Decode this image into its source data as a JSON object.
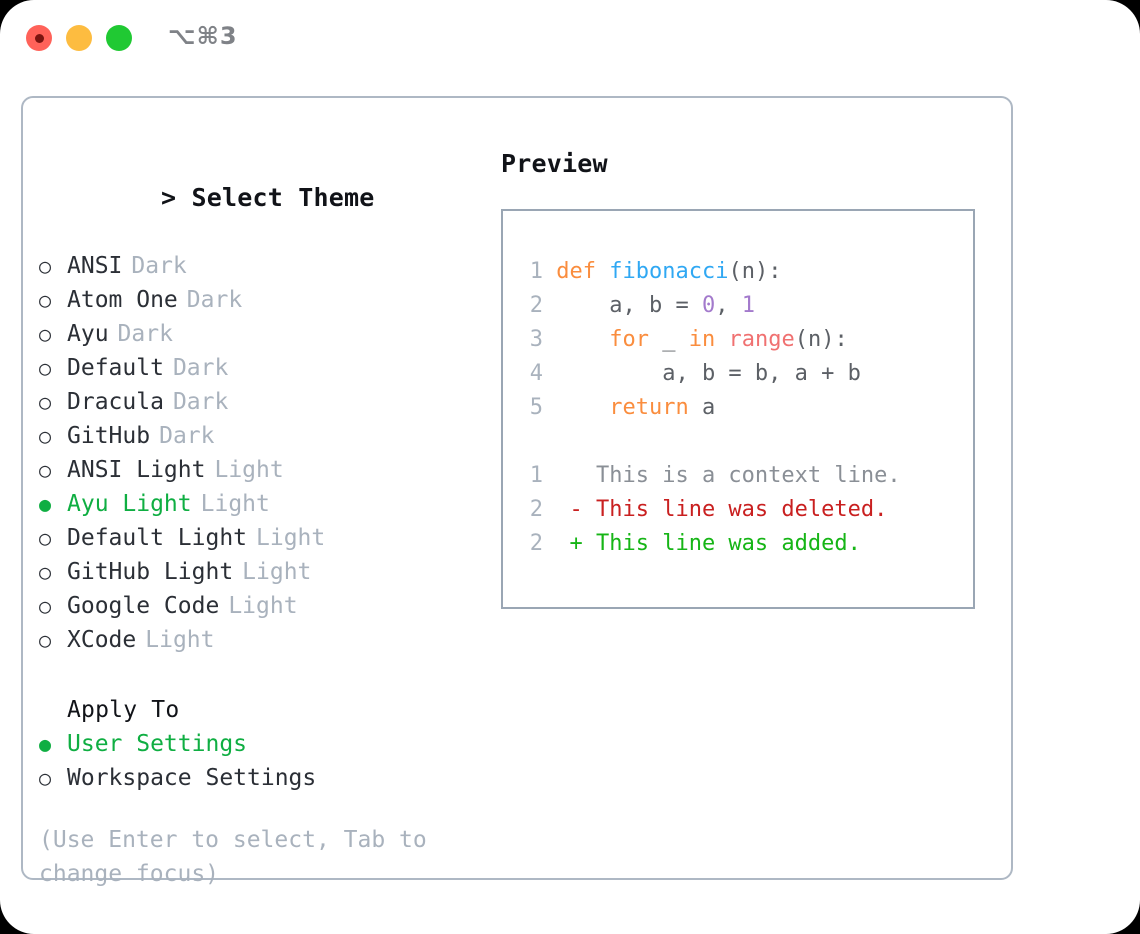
{
  "window": {
    "shortcut": "⌥⌘3",
    "traffic_lights": [
      "close-red",
      "minimize-yellow",
      "maximize-green"
    ],
    "accent_green": "#0fae42",
    "border_color": "#aeb8c4"
  },
  "theme_picker": {
    "prompt": ">",
    "title": "Select Theme",
    "marker_unselected": "○",
    "marker_selected": "●",
    "items": [
      {
        "name": "ANSI",
        "category": "Dark",
        "selected": false
      },
      {
        "name": "Atom One",
        "category": "Dark",
        "selected": false
      },
      {
        "name": "Ayu",
        "category": "Dark",
        "selected": false
      },
      {
        "name": "Default",
        "category": "Dark",
        "selected": false
      },
      {
        "name": "Dracula",
        "category": "Dark",
        "selected": false
      },
      {
        "name": "GitHub",
        "category": "Dark",
        "selected": false
      },
      {
        "name": "ANSI Light",
        "category": "Light",
        "selected": false
      },
      {
        "name": "Ayu Light",
        "category": "Light",
        "selected": true
      },
      {
        "name": "Default Light",
        "category": "Light",
        "selected": false
      },
      {
        "name": "GitHub Light",
        "category": "Light",
        "selected": false
      },
      {
        "name": "Google Code",
        "category": "Light",
        "selected": false
      },
      {
        "name": "XCode",
        "category": "Light",
        "selected": false
      }
    ]
  },
  "apply_to": {
    "title": "Apply To",
    "items": [
      {
        "name": "User Settings",
        "selected": true
      },
      {
        "name": "Workspace Settings",
        "selected": false
      }
    ]
  },
  "hint": "(Use Enter to select, Tab to change focus)",
  "preview": {
    "title": "Preview",
    "code": [
      {
        "number": "1",
        "tokens": [
          {
            "t": "def ",
            "c": "kw"
          },
          {
            "t": "fibonacci",
            "c": "fn"
          },
          {
            "t": "(n):",
            "c": "pl"
          }
        ]
      },
      {
        "number": "2",
        "tokens": [
          {
            "t": "    a, b = ",
            "c": "pl"
          },
          {
            "t": "0",
            "c": "num"
          },
          {
            "t": ", ",
            "c": "pl"
          },
          {
            "t": "1",
            "c": "num"
          }
        ]
      },
      {
        "number": "3",
        "tokens": [
          {
            "t": "    ",
            "c": "pl"
          },
          {
            "t": "for",
            "c": "kw"
          },
          {
            "t": " _ ",
            "c": "pl"
          },
          {
            "t": "in",
            "c": "kw"
          },
          {
            "t": " ",
            "c": "pl"
          },
          {
            "t": "range",
            "c": "call"
          },
          {
            "t": "(n):",
            "c": "pl"
          }
        ]
      },
      {
        "number": "4",
        "tokens": [
          {
            "t": "        a, b = b, a + b",
            "c": "pl"
          }
        ]
      },
      {
        "number": "5",
        "tokens": [
          {
            "t": "    ",
            "c": "pl"
          },
          {
            "t": "return",
            "c": "kw"
          },
          {
            "t": " a",
            "c": "pl"
          }
        ]
      }
    ],
    "diff": [
      {
        "number": "1",
        "prefix": " ",
        "text": "This is a context line.",
        "kind": "ctx"
      },
      {
        "number": "2",
        "prefix": "-",
        "text": "This line was deleted.",
        "kind": "del"
      },
      {
        "number": "2",
        "prefix": "+",
        "text": "This line was added.",
        "kind": "add"
      }
    ],
    "colors": {
      "keyword": "#fa8d3e",
      "function": "#30a8f3",
      "number": "#a37acc",
      "call": "#f07171",
      "plain": "#5c6066",
      "line_number": "#a9b2bd",
      "diff_context": "#8a8f96",
      "diff_deleted": "#c92020",
      "diff_added": "#16b516"
    }
  }
}
